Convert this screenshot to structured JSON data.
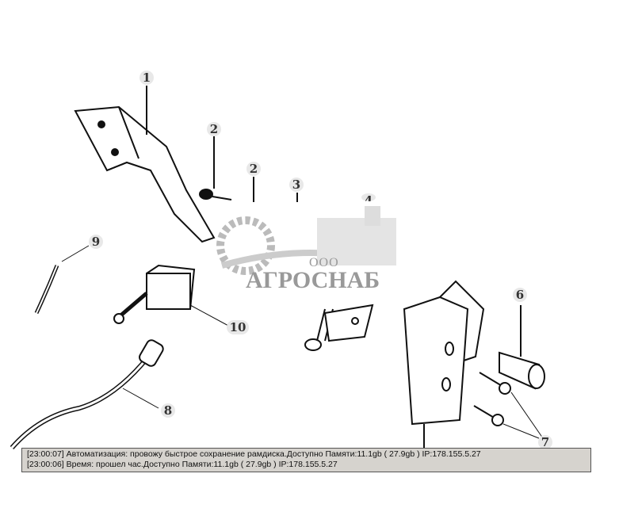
{
  "diagram": {
    "callouts": [
      "1",
      "2",
      "2",
      "3",
      "4",
      "9",
      "10",
      "6",
      "8",
      "7"
    ]
  },
  "watermark": {
    "prefix": "ООО",
    "name": "АГРОСНАБ"
  },
  "log": {
    "lines": [
      "[23:00:07]  Автоматизация: провожу быстрое сохранение рамдиска.Доступно Памяти:11.1gb  ( 27.9gb ) IP:178.155.5.27",
      "[23:00:06]  Время: прошел час.Доступно Памяти:11.1gb  ( 27.9gb ) IP:178.155.5.27"
    ]
  }
}
